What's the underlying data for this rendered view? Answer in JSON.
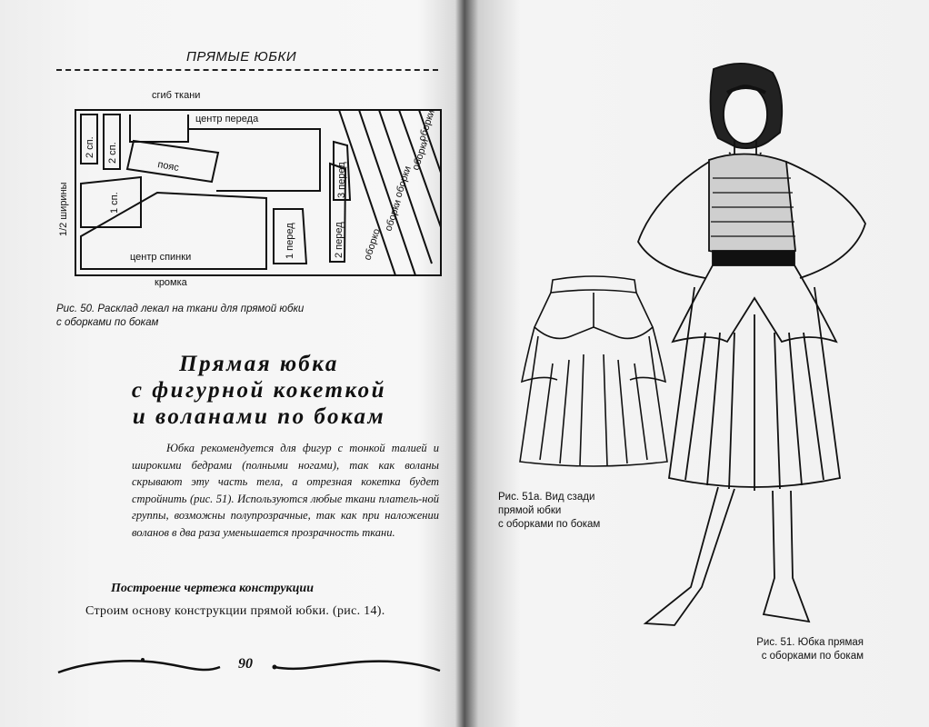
{
  "left_page": {
    "header": "ПРЯМЫЕ ЮБКИ",
    "layout_labels": {
      "fold": "сгиб ткани",
      "center_front": "центр переда",
      "half_width": "1/2 ширины",
      "sp2a": "2 сп.",
      "sp2b": "2 сп.",
      "belt": "пояс",
      "sp1": "1 сп.",
      "center_back": "центр спинки",
      "selvage": "кромка",
      "front1": "1 перед",
      "front2": "2 перед",
      "front3": "3 перед",
      "ruffle1": "оборки",
      "ruffle2": "оборки",
      "ruffle3": "оборки",
      "ruffle4": "оборки",
      "ruffle5": "оборко"
    },
    "caption_50": [
      "Рис. 50. Расклад лекал на ткани для  прямой юбки",
      "с оборками по бокам"
    ],
    "title": [
      "Прямая  юбка",
      "с  фигурной  кокеткой",
      "и  воланами  по  бокам"
    ],
    "paragraph": "Юбка рекомендуется для фигур с тонкой талией и широкими бедрами (полными ногами), так как воланы скрывают эту часть тела, а отрезная кокетка будет стройнить (рис. 51). Используются любые ткани платель-ной группы, возможны полупрозрачные, так как при наложении воланов в два раза уменьшается прозрачность ткани.",
    "subheading": "Построение чертежа конструкции",
    "body": "Строим основу конструкции прямой юбки. (рис. 14).",
    "page_number": "90"
  },
  "right_page": {
    "caption_51a": [
      "Рис. 51а. Вид сзади",
      "прямой юбки",
      "с оборками по бокам"
    ],
    "caption_51": [
      "Рис. 51. Юбка прямая",
      "с оборками по бокам"
    ]
  }
}
